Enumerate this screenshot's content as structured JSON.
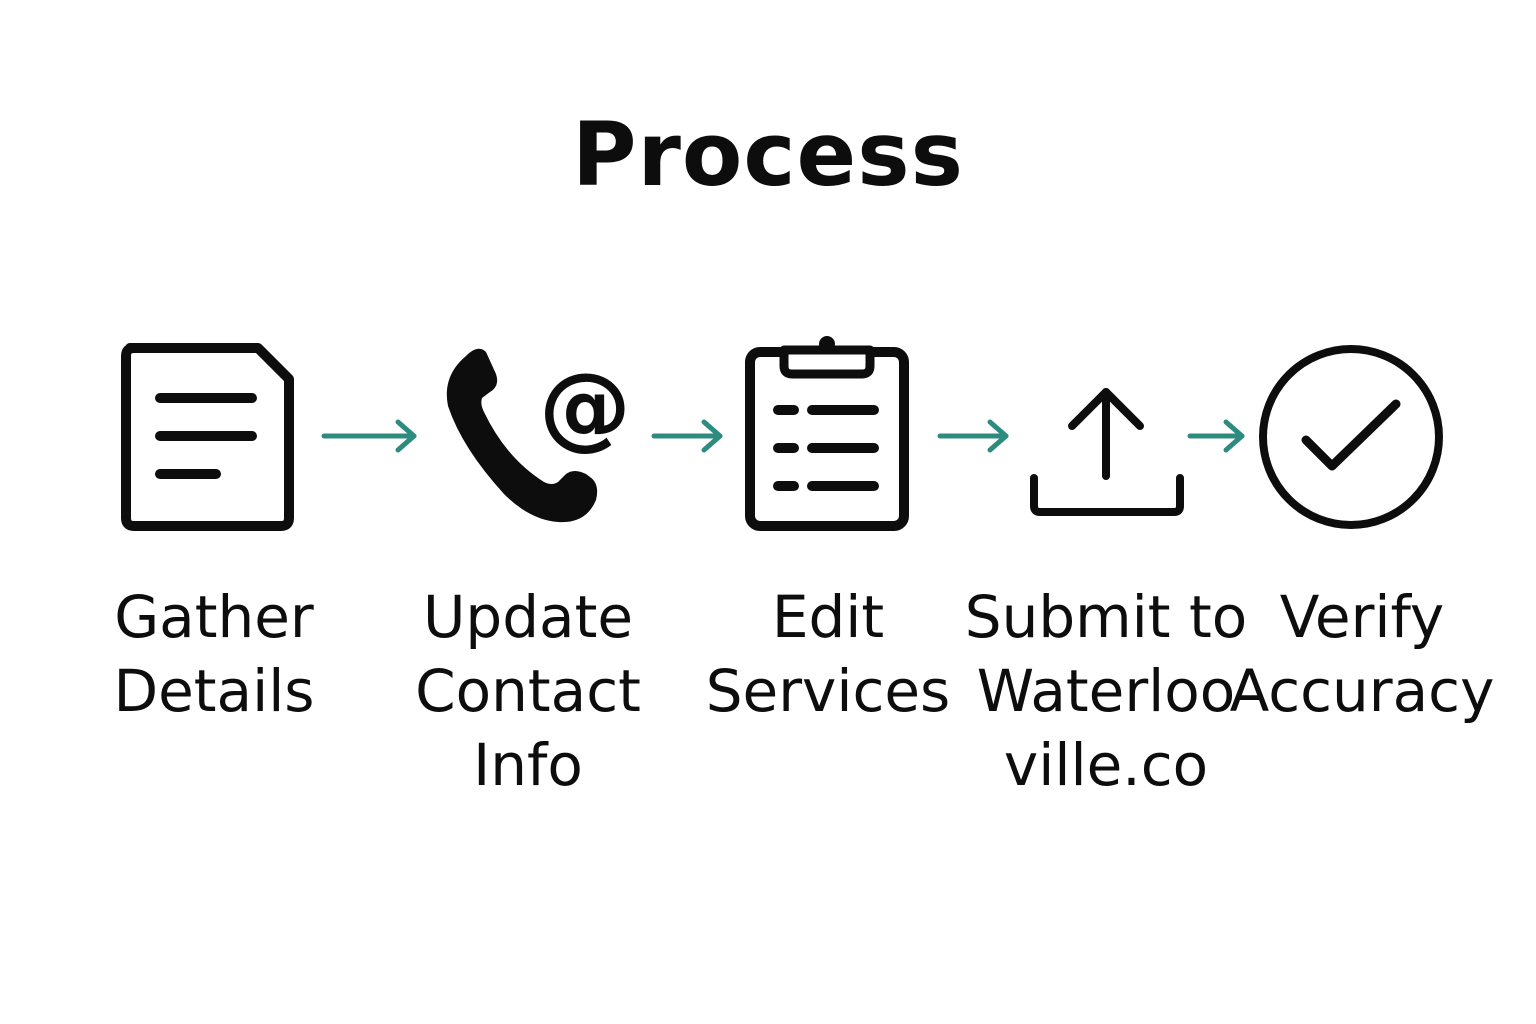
{
  "title": "Process",
  "accent_color": "#2e8b7f",
  "icon_color": "#0d0d0d",
  "steps": [
    {
      "icon": "document-icon",
      "label_lines": [
        "Gather",
        "Details"
      ]
    },
    {
      "icon": "phone-email-icon",
      "label_lines": [
        "Update",
        "Contact",
        "Info"
      ]
    },
    {
      "icon": "clipboard-icon",
      "label_lines": [
        "Edit",
        "Services"
      ]
    },
    {
      "icon": "upload-icon",
      "label_lines": [
        "Submit to",
        "Waterloo",
        "ville.co"
      ]
    },
    {
      "icon": "checkmark-circle-icon",
      "label_lines": [
        "Verify",
        "Accuracy"
      ]
    }
  ]
}
